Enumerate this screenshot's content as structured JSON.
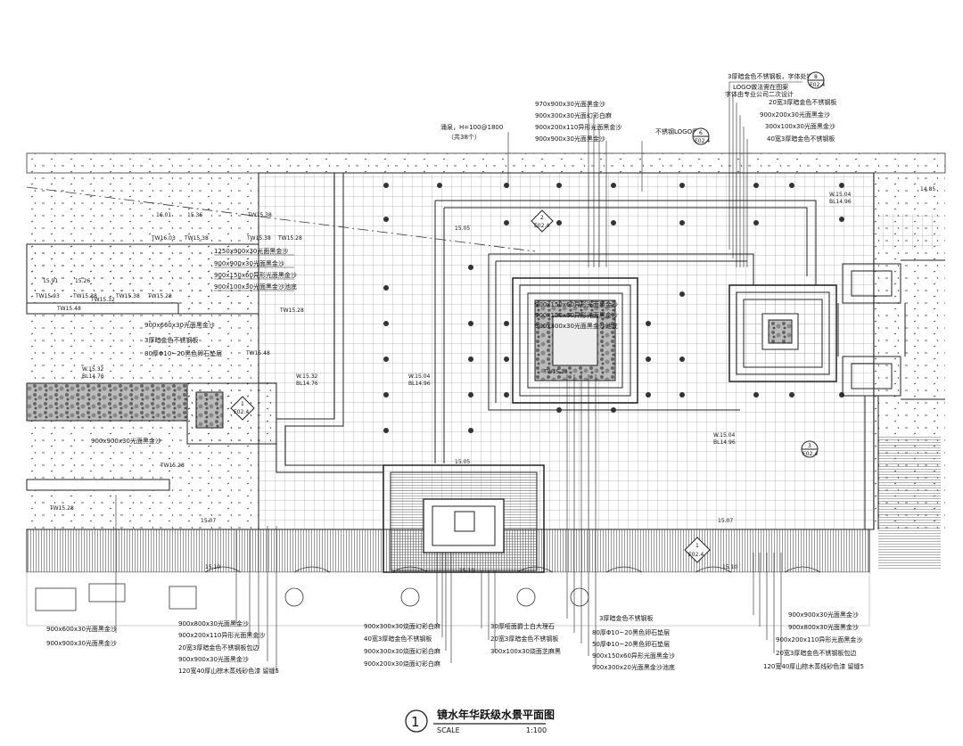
{
  "title": {
    "number": "1",
    "name": "镜水年华跃级水景平面图",
    "scale_label": "SCALE",
    "scale_value": "1:100"
  },
  "callouts_top": [
    "3厚暗金色不锈钢板，字体处镂空",
    "LOGO做法需在图案",
    "字体由专业公司二次设计",
    "20宽3厚暗金色不锈钢板",
    "900x200x30光面黑金沙",
    "300x100x30光面黑金沙",
    "40宽3厚暗金色不锈钢板"
  ],
  "callouts_mid": [
    "970x900x30光面黑金沙",
    "900x300x30光面幻彩白麻",
    "900x200x110异形光面黑金沙",
    "900x900x30光面黑金沙"
  ],
  "spot_label": "涌泉，H=100@1800",
  "spot_count": "（共38个）",
  "logo_label": "不锈钢LOGO牌",
  "bubbles": [
    {
      "num": "8",
      "sheet": "E02.4"
    },
    {
      "num": "6",
      "sheet": "E02.4"
    },
    {
      "num": "2",
      "sheet": "E02.4"
    },
    {
      "num": "1",
      "sheet": "E02.4"
    },
    {
      "num": "3",
      "sheet": "E02.4"
    },
    {
      "num": "1",
      "sheet": "E02.4"
    }
  ],
  "left_notes": [
    "1250x900x30光面黑金沙",
    "900x900x30光面黑金沙",
    "900x150x60异形光面黑金沙",
    "900x100x30光面黑金沙池底",
    "900x660x30光面黑金沙",
    "3厚暗金色不锈钢板",
    "80厚Φ10~20黑色卵石垫层",
    "900x900x30光面黑金沙"
  ],
  "center_notes": [
    "900x150x60异形光面黑金沙",
    "900x150x60异形光面黑金沙",
    "900x300x30光面黑金沙池底"
  ],
  "levels": {
    "lv1": "16.01",
    "lv2": "15.36",
    "lv3": "TW15.38",
    "lv4": "TW16.03",
    "lv5": "TW15.38",
    "lv6": "TW15.38",
    "lv7": "TW15.28",
    "lv8": "15.91",
    "lv9": "15.26",
    "lv10": "TW15.93",
    "lv11": "TW15.38",
    "lv12": "TW15.32",
    "lv13": "TW15.38",
    "lv14": "TW15.28",
    "lv15": "TW15.48",
    "lv16": "TW15.28",
    "lv17": "TW15.48",
    "lv18": "W.15.32",
    "lv19": "BL14.76",
    "lv20": "W.15.04",
    "lv21": "BL14.96",
    "lv22": "15.05",
    "lv23": "15.05",
    "lv24": "15.07",
    "lv25": "15.07",
    "lv26": "15.10",
    "lv27": "15.10",
    "lv28": "15.10",
    "lv29": "TW15.28",
    "lv30": "TW15.28",
    "lv31": "W.15.04",
    "lv32": "BL14.96",
    "lv33": "W.15.04",
    "lv34": "BL14.96",
    "lv35": "14.85",
    "lv36": "TW15.28",
    "lv37": "W.15.32",
    "lv38": "BL14.76"
  },
  "bottom_left_notes": [
    "900x600x30光面黑金沙",
    "900x900x30光面黑金沙",
    "900x800x30光面黑金沙",
    "900x200x110异形光面黑金沙",
    "20宽3厚暗金色不锈钢板包边",
    "900x900x30光面黑金沙",
    "120宽40厚山棕木蒸线砂色漆  留缝5"
  ],
  "bottom_center_notes": [
    "900x300x30烧面幻彩白麻",
    "40宽3厚暗金色不锈钢板",
    "900x300x30烧面幻彩白麻",
    "900x200x30烧面幻彩白麻",
    "30厚哑面爵士白大理石",
    "20宽3厚暗金色不锈钢板",
    "300x100x30烧面芝麻黑"
  ],
  "bottom_center_right_notes": [
    "3厚暗金色不锈钢板",
    "80厚Φ10~20黑色卵石垫层",
    "50厚Φ10~20黑色卵石垫层",
    "900x150x60异形光面黑金沙",
    "900x300x20光面黑金沙池底"
  ],
  "bottom_right_notes": [
    "900x900x30光面黑金沙",
    "900x800x30光面黑金沙",
    "900x200x110异形光面黑金沙",
    "20宽3厚暗金色不锈钢板包边",
    "120宽40厚山棕木蒸线砂色漆  留缝5"
  ]
}
